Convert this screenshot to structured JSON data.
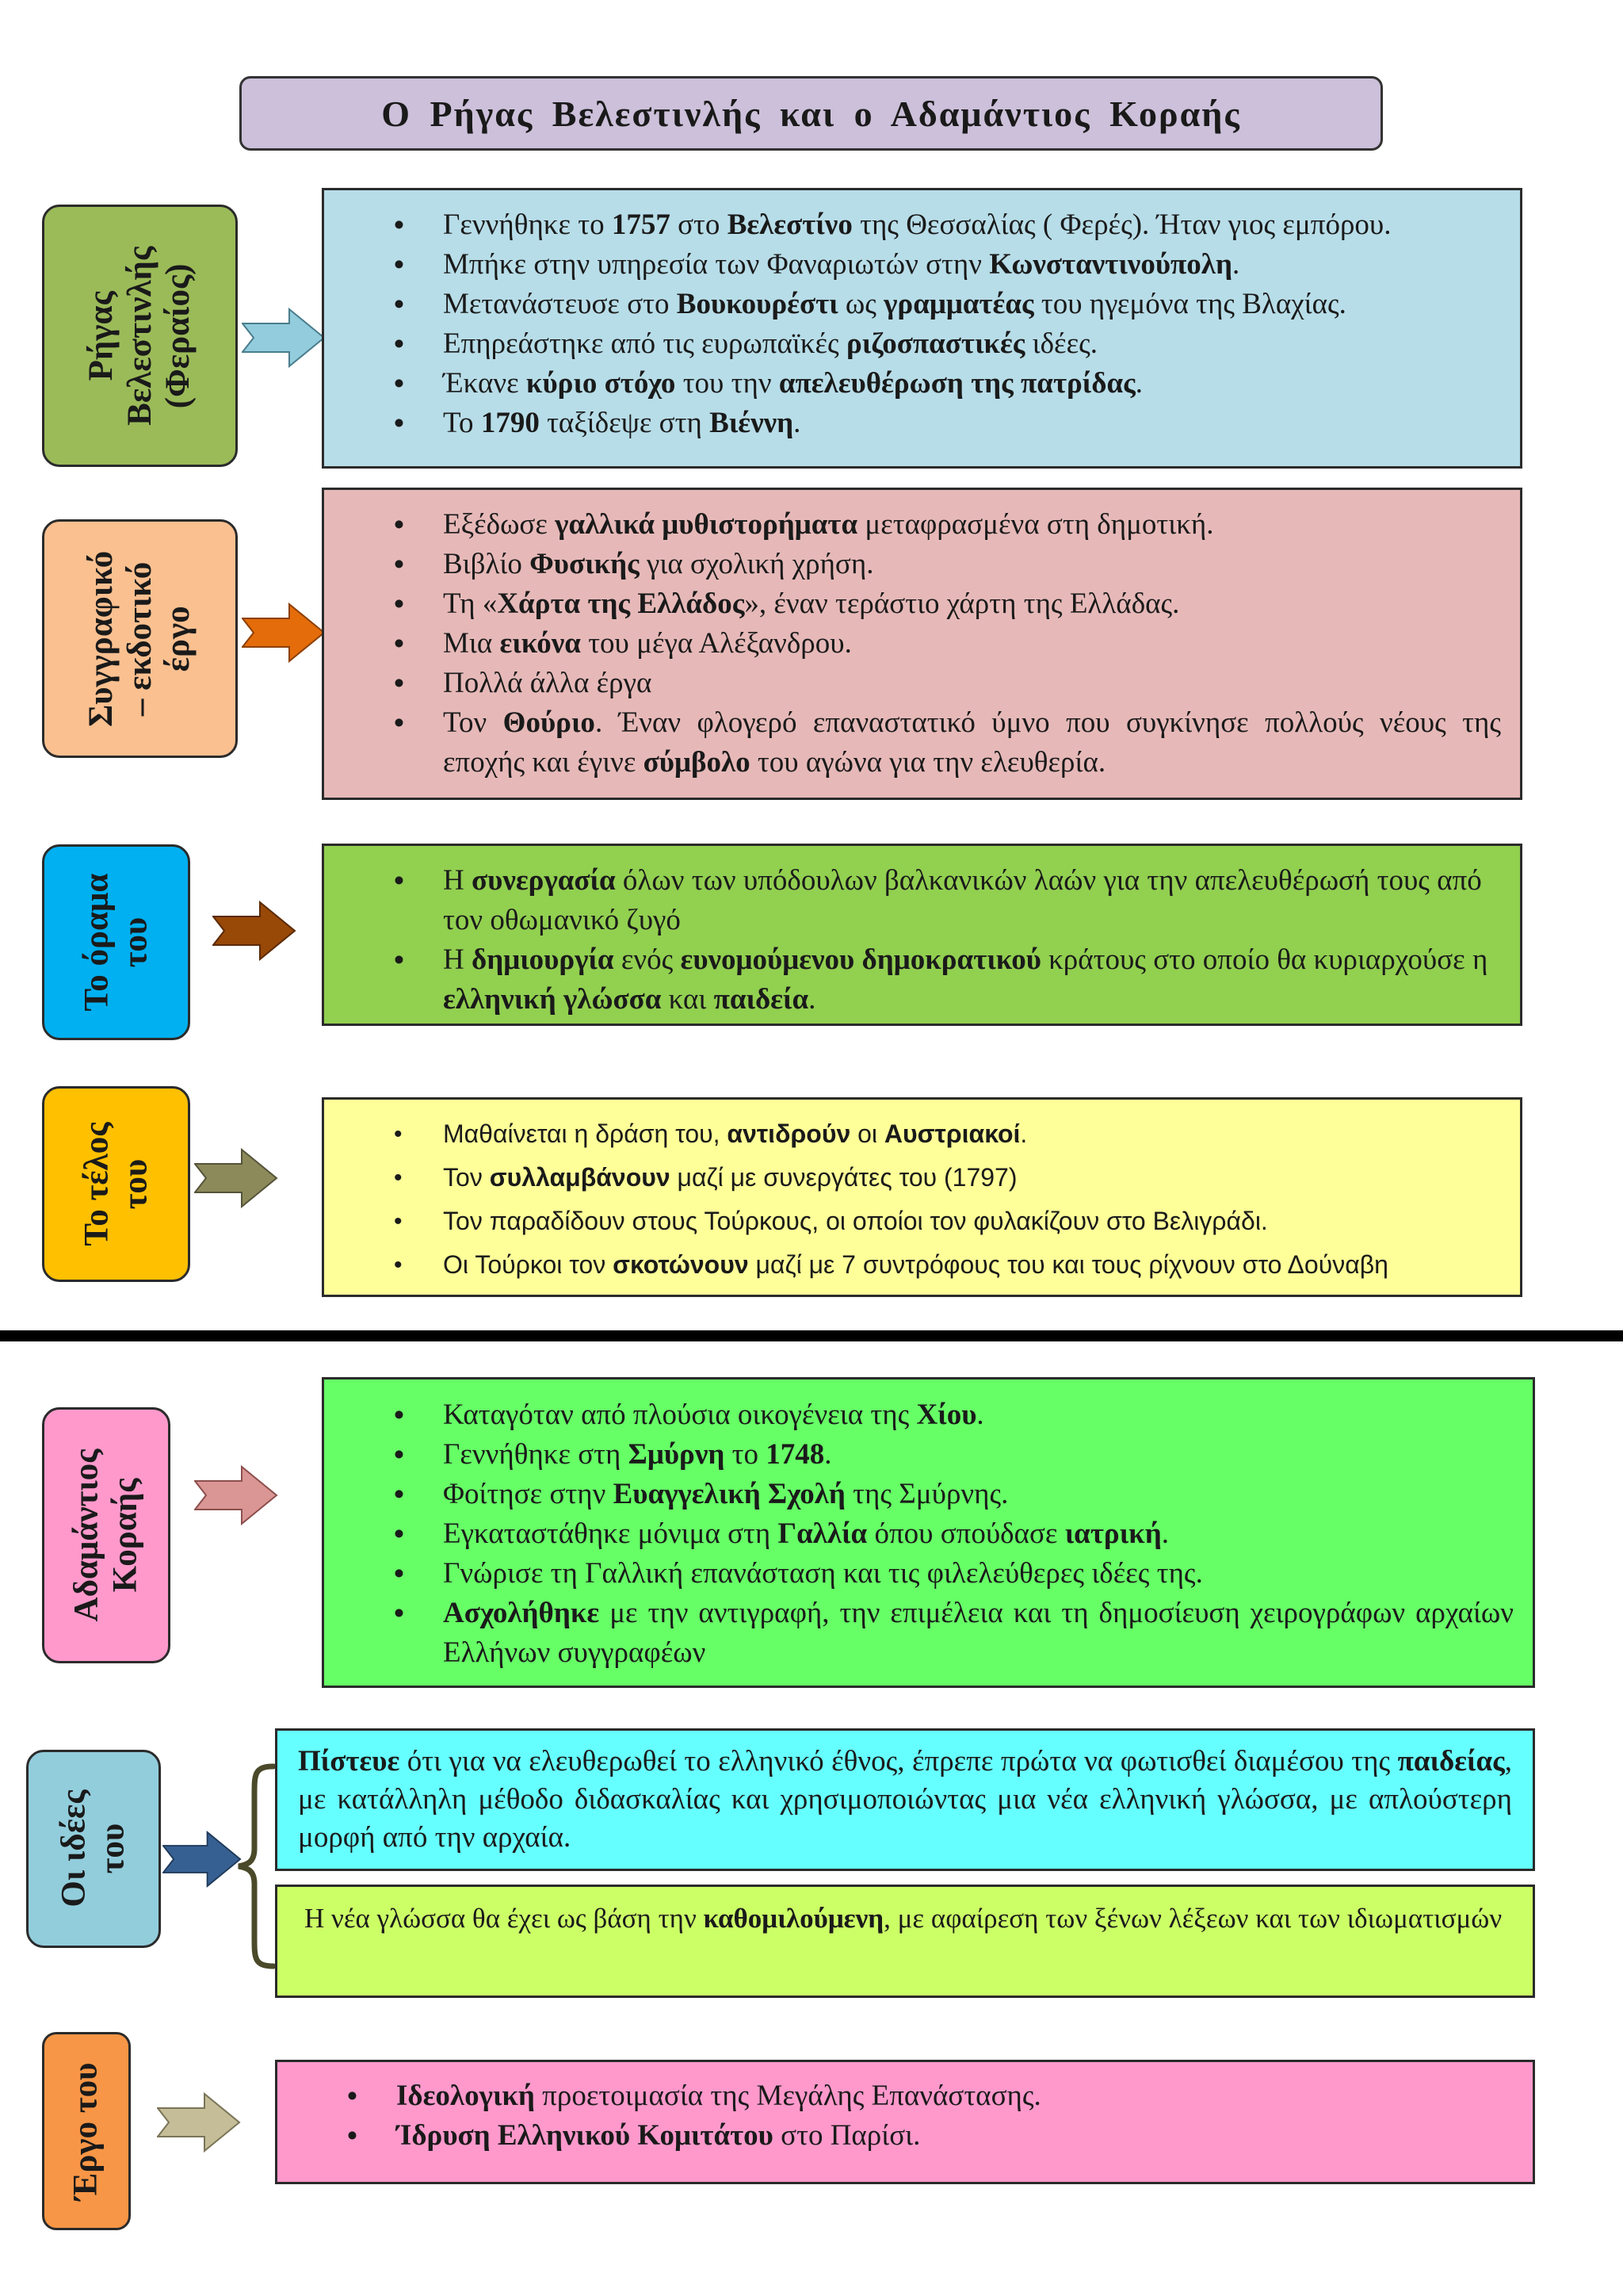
{
  "title": "Ο Ρήγας Βελεστινλής και ο Αδαμάντιος Κοραής",
  "rigas": {
    "label_lines": [
      "Ρήγας",
      "Βελεστινλής",
      "(Φεραίος)"
    ],
    "items": [
      [
        "Γεννήθηκε το ",
        "1757",
        " στο ",
        "Βελεστίνο",
        " της Θεσσαλίας ( Φερές). Ήταν γιος εμπόρου."
      ],
      [
        "Μπήκε στην υπηρεσία των Φαναριωτών στην ",
        "Κωνσταντινούπολη",
        "."
      ],
      [
        "Μετανάστευσε στο ",
        "Βουκουρέστι",
        " ως ",
        "γραμματέας",
        " του ηγεμόνα της Βλαχίας."
      ],
      [
        "Επηρεάστηκε από τις ευρωπαϊκές ",
        "ριζοσπαστικές",
        " ιδέες."
      ],
      [
        "Έκανε ",
        "κύριο στόχο",
        " του την ",
        "απελευθέρωση της πατρίδας",
        "."
      ],
      [
        "Το ",
        "1790",
        " ταξίδεψε στη ",
        "Βιέννη",
        "."
      ]
    ]
  },
  "writing": {
    "label_lines": [
      "Συγγραφικό",
      "– εκδοτικό",
      "έργο"
    ],
    "items": [
      [
        "Εξέδωσε ",
        "γαλλικά μυθιστορήματα",
        " μεταφρασμένα στη δημοτική."
      ],
      [
        "Βιβλίο ",
        "Φυσικής",
        " για σχολική χρήση."
      ],
      [
        "Τη «",
        "Χάρτα της Ελλάδος",
        "», έναν τεράστιο χάρτη της Ελλάδας."
      ],
      [
        "Μια ",
        "εικόνα",
        " του μέγα Αλέξανδρου."
      ],
      [
        "Πολλά άλλα έργα"
      ],
      [
        "Τον ",
        "Θούριο",
        ". Έναν φλογερό επαναστατικό ύμνο που συγκίνησε πολλούς νέους της εποχής και έγινε ",
        "σύμβολο",
        " του αγώνα για την ελευθερία."
      ]
    ]
  },
  "vision": {
    "label_lines": [
      "Το όραμα",
      "του"
    ],
    "items": [
      [
        "Η ",
        "συνεργασία",
        " όλων των υπόδουλων βαλκανικών λαών για την απελευθέρωσή τους από τον οθωμανικό ζυγό"
      ],
      [
        "Η ",
        "δημιουργία",
        " ενός ",
        "ευνομούμενου δημοκρατικού",
        " κράτους στο οποίο θα κυριαρχούσε η ",
        "ελληνική γλώσσα",
        " και ",
        "παιδεία",
        "."
      ]
    ]
  },
  "end": {
    "label_lines": [
      "Το τέλος",
      "του"
    ],
    "items": [
      [
        "Μαθαίνεται η δράση του, ",
        "αντιδρούν",
        " οι ",
        "Αυστριακοί",
        "."
      ],
      [
        "Τον ",
        "συλλαμβάνουν",
        " μαζί με συνεργάτες του (1797)"
      ],
      [
        "Τον παραδίδουν στους Τούρκους, οι οποίοι τον φυλακίζουν στο Βελιγράδι."
      ],
      [
        "Οι Τούρκοι τον ",
        "σκοτώνουν",
        " μαζί με 7 συντρόφους του και τους ρίχνουν στο Δούναβη"
      ]
    ]
  },
  "korais": {
    "label_lines": [
      "Αδαμάντιος",
      "Κοραής"
    ],
    "items": [
      [
        "Καταγόταν από πλούσια οικογένεια της ",
        "Χίου",
        "."
      ],
      [
        "Γεννήθηκε στη ",
        "Σμύρνη",
        " το ",
        "1748",
        "."
      ],
      [
        "Φοίτησε στην ",
        "Ευαγγελική Σχολή",
        " της Σμύρνης."
      ],
      [
        "Εγκαταστάθηκε μόνιμα στη ",
        "Γαλλία",
        " όπου σπούδασε ",
        "ιατρική",
        "."
      ],
      [
        "Γνώρισε τη Γαλλική επανάσταση και τις φιλελεύθερες ιδέες της."
      ],
      [
        "",
        "Ασχολήθηκε",
        " με την αντιγραφή, την επιμέλεια και τη δημοσίευση χειρογράφων αρχαίων Ελλήνων συγγραφέων"
      ]
    ]
  },
  "ideas": {
    "label_lines": [
      "Οι ιδέες",
      "του"
    ],
    "first": [
      "",
      "Πίστευε",
      " ότι για να ελευθερωθεί το ελληνικό έθνος, έπρεπε πρώτα να φωτισθεί διαμέσου της ",
      "παιδείας",
      ", με κατάλληλη μέθοδο διδασκαλίας και χρησιμοποιώντας μια νέα ελληνική γλώσσα, με απλούστερη μορφή από την αρχαία."
    ],
    "second": [
      "Η νέα γλώσσα θα έχει ως βάση την ",
      "καθομιλούμενη",
      ", με αφαίρεση των ξένων λέξεων και των ιδιωματισμών"
    ]
  },
  "work": {
    "label": "Έργο του",
    "items": [
      [
        "",
        "Ιδεολογική",
        " προετοιμασία της Μεγάλης Επανάστασης."
      ],
      [
        "",
        "Ίδρυση Ελληνικού Κομιτάτου",
        " στο Παρίσι."
      ]
    ]
  },
  "colors": {
    "title_bg": "#ccc0da",
    "rigas_label": "#9bbb59",
    "rigas_box": "#b7dde8",
    "rigas_arrow": "#93cddd",
    "writing_label": "#fac090",
    "writing_box": "#e6b9b8",
    "writing_arrow": "#e46c0a",
    "vision_label": "#00b0f0",
    "vision_box": "#92d050",
    "vision_arrow": "#984807",
    "end_label": "#ffc000",
    "end_box": "#ffff99",
    "end_arrow": "#8c8a5a",
    "korais_label": "#ff99cc",
    "korais_box": "#66ff66",
    "korais_arrow": "#d99694",
    "ideas_label": "#92cddc",
    "ideas_box1": "#66ffff",
    "ideas_box2": "#ccff66",
    "ideas_arrow": "#376092",
    "work_label": "#f79646",
    "work_box": "#ff99cc",
    "work_arrow": "#c4bd97"
  }
}
